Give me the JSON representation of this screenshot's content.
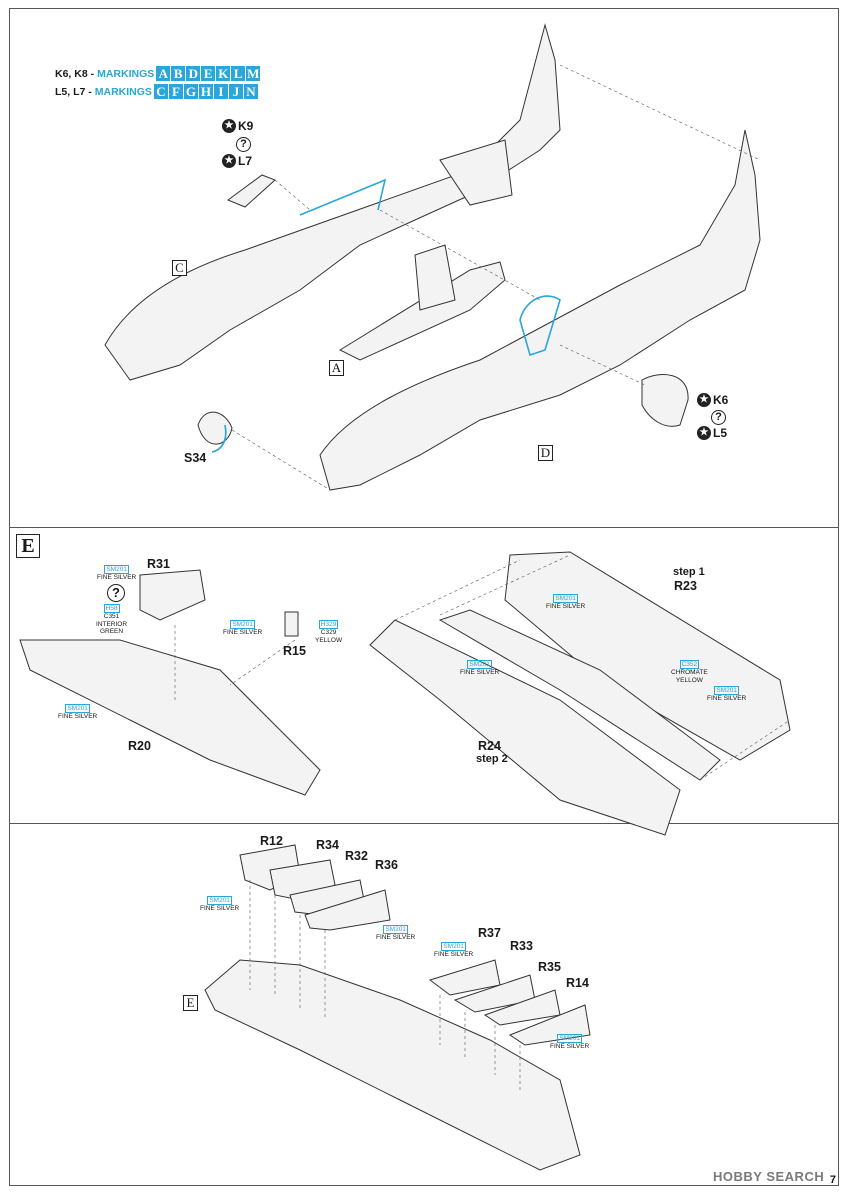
{
  "markings": {
    "row1_prefix": "K6, K8 -",
    "row2_prefix": "L5, L7 -",
    "word": "MARKINGS",
    "row1_letters": [
      "A",
      "B",
      "D",
      "E",
      "K",
      "L",
      "M"
    ],
    "row2_letters": [
      "C",
      "F",
      "G",
      "H",
      "I",
      "J",
      "N"
    ]
  },
  "panel1": {
    "variant_top": {
      "a": "K9",
      "b": "?",
      "c": "L7"
    },
    "variant_bottom": {
      "a": "K6",
      "b": "?",
      "c": "L5"
    },
    "part_s34": "S34",
    "sub_c": "C",
    "sub_a": "A",
    "sub_d": "D"
  },
  "panel2": {
    "section": "E",
    "r31": "R31",
    "r15": "R15",
    "r20": "R20",
    "r23": "R23",
    "r24": "R24",
    "step1": "step 1",
    "step2": "step 2",
    "q": "?",
    "paint_r31_code": "SM201",
    "paint_r31_name": "FINE SILVER",
    "paint_h58_code": "H58",
    "paint_h58_c": "C351",
    "paint_h58_name1": "INTERIOR",
    "paint_h58_name2": "GREEN",
    "paint_r15_code": "SM201",
    "paint_r15_name": "FINE SILVER",
    "paint_h329_code": "H329",
    "paint_h329_c": "C329",
    "paint_h329_name": "YELLOW",
    "paint_r20_code": "SM201",
    "paint_r20_name": "FINE SILVER",
    "paint_r23_code": "SM201",
    "paint_r23_name": "FINE SILVER",
    "paint_r24_code": "SM201",
    "paint_r24_name": "FINE SILVER",
    "paint_c352_code": "C352",
    "paint_c352_name1": "CHROMATE",
    "paint_c352_name2": "YELLOW",
    "paint_right_code": "SM201",
    "paint_right_name": "FINE SILVER"
  },
  "panel3": {
    "section": "E",
    "r12": "R12",
    "r34": "R34",
    "r32": "R32",
    "r36": "R36",
    "r37": "R37",
    "r33": "R33",
    "r35": "R35",
    "r14": "R14",
    "paint_a_code": "SM201",
    "paint_a_name": "FINE SILVER",
    "paint_b_code": "SM201",
    "paint_b_name": "FINE SILVER",
    "paint_c_code": "SM201",
    "paint_c_name": "FINE SILVER",
    "paint_d_code": "SM201",
    "paint_d_name": "FINE SILVER"
  },
  "footer": {
    "watermark": "HOBBY SEARCH",
    "page_number": "7"
  },
  "colors": {
    "accent": "#2aa6d8",
    "line": "#222222"
  }
}
